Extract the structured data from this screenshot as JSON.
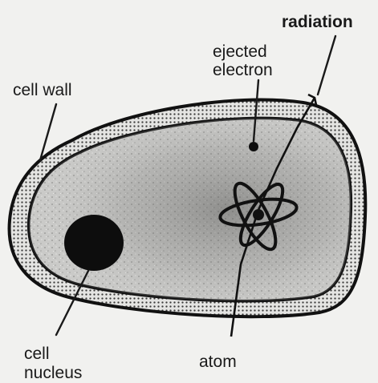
{
  "labels": {
    "radiation": "radiation",
    "ejected_line1": "ejected",
    "ejected_line2": "electron",
    "cell_wall": "cell wall",
    "cell_line1": "cell",
    "nucleus_line2": "nucleus",
    "atom": "atom"
  }
}
